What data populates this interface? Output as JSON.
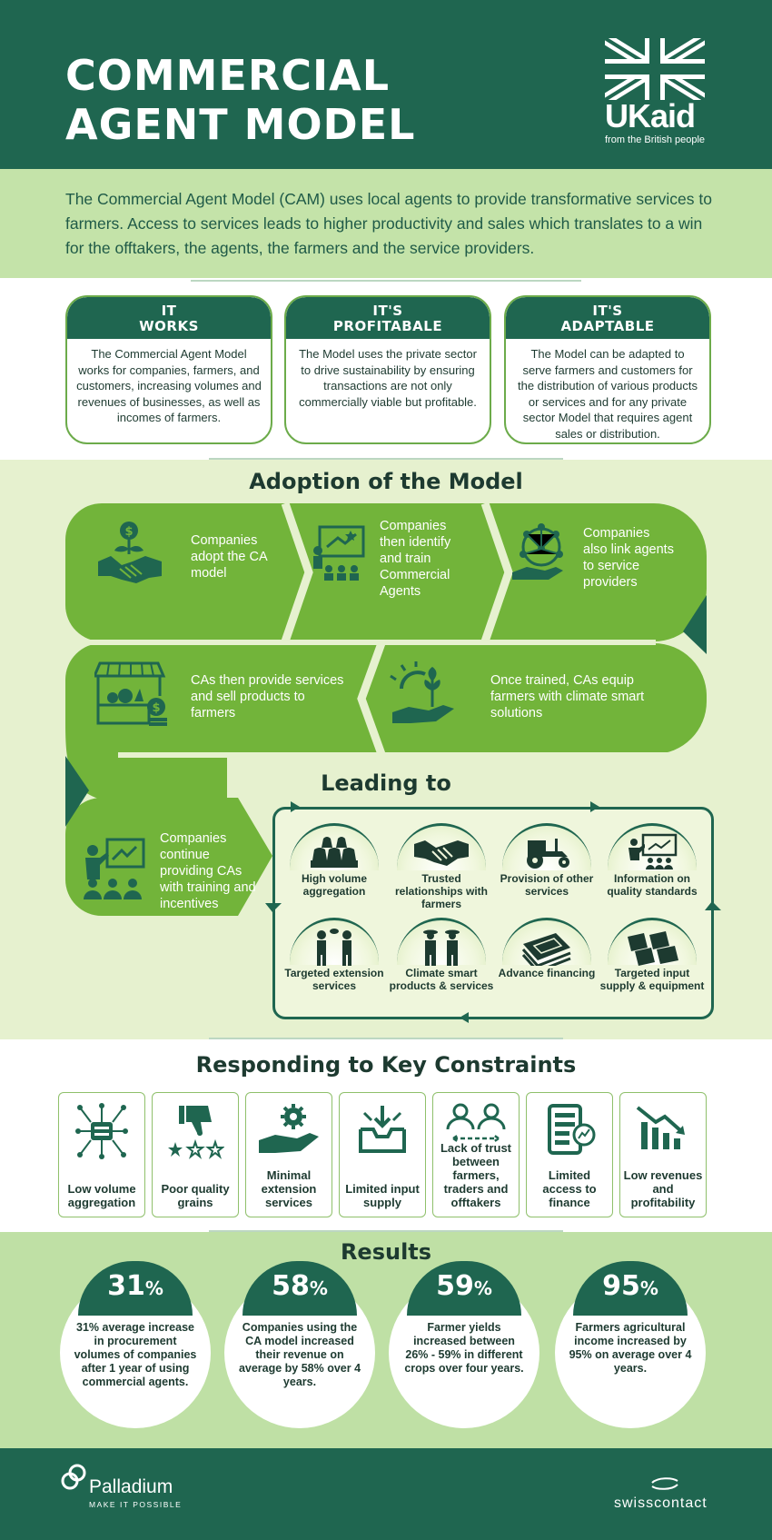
{
  "header": {
    "title_line1": "COMMERCIAL",
    "title_line2": "AGENT MODEL",
    "logo_word": "UKaid",
    "logo_tagline": "from the British people"
  },
  "intro": "The Commercial Agent Model (CAM) uses local agents to provide transformative services to farmers. Access to services leads to higher productivity and sales which translates to a win for the offtakers, the agents, the farmers and the service providers.",
  "pillars": [
    {
      "title1": "IT",
      "title2": "WORKS",
      "body": "The Commercial Agent Model works for companies, farmers, and customers, increasing volumes and revenues of businesses, as well as incomes of farmers."
    },
    {
      "title1": "IT'S",
      "title2": "PROFITABALE",
      "body": "The Model uses the private sector to drive sustainability by ensuring transactions are not only commercially viable but profitable."
    },
    {
      "title1": "IT'S",
      "title2": "ADAPTABLE",
      "body": "The Model can be adapted to serve farmers and customers for the distribution of various products or services and for any private sector Model that requires agent sales or distribution."
    }
  ],
  "adoption": {
    "title": "Adoption of the Model",
    "steps": [
      {
        "text": "Companies adopt the CA model",
        "icon": "handshake-money-plant-icon"
      },
      {
        "text": "Companies then identify and train Commercial Agents",
        "icon": "training-presentation-icon"
      },
      {
        "text": "Companies also link agents to service providers",
        "icon": "network-hand-icon"
      },
      {
        "text": "Once trained, CAs equip farmers with climate smart solutions",
        "icon": "plant-sun-hand-icon"
      },
      {
        "text": "CAs then provide services and sell products to farmers",
        "icon": "market-stall-icon"
      },
      {
        "text": "Companies continue providing CAs with training and incentives",
        "icon": "trainer-audience-icon"
      }
    ]
  },
  "leading": {
    "title": "Leading to",
    "items": [
      {
        "label": "High volume aggregation",
        "icon": "grain-sacks-icon"
      },
      {
        "label": "Trusted relationships with farmers",
        "icon": "handshake-icon"
      },
      {
        "label": "Provision of other services",
        "icon": "tractor-icon"
      },
      {
        "label": "Information on quality standards",
        "icon": "presentation-chart-icon"
      },
      {
        "label": "Targeted extension services",
        "icon": "two-people-talking-icon"
      },
      {
        "label": "Climate smart products & services",
        "icon": "two-farmers-icon"
      },
      {
        "label": "Advance financing",
        "icon": "cash-stack-icon"
      },
      {
        "label": "Targeted input supply & equipment",
        "icon": "seed-bags-icon"
      }
    ]
  },
  "constraints": {
    "title": "Responding to Key Constraints",
    "items": [
      {
        "label": "Low volume aggregation",
        "icon": "network-nodes-icon"
      },
      {
        "label": "Poor quality grains",
        "icon": "thumbs-down-stars-icon"
      },
      {
        "label": "Minimal extension services",
        "icon": "gear-hand-icon"
      },
      {
        "label": "Limited input supply",
        "icon": "inbox-arrows-icon"
      },
      {
        "label": "Lack of trust between farmers, traders and offtakers",
        "icon": "people-arrows-icon"
      },
      {
        "label": "Limited access to finance",
        "icon": "document-chart-icon"
      },
      {
        "label": "Low revenues and profitability",
        "icon": "declining-chart-icon"
      }
    ]
  },
  "results": {
    "title": "Results",
    "items": [
      {
        "value": "31",
        "unit": "%",
        "text": "31% average increase in procurement volumes of companies after 1 year of using commercial agents."
      },
      {
        "value": "58",
        "unit": "%",
        "text": "Companies using the CA model increased their revenue on average by 58% over 4 years."
      },
      {
        "value": "59",
        "unit": "%",
        "text": "Farmer yields increased between 26% - 59% in different crops over four years."
      },
      {
        "value": "95",
        "unit": "%",
        "text": "Farmers agricultural income increased by 95% on average over 4 years."
      }
    ]
  },
  "footer": {
    "palladium_word": "Palladium",
    "palladium_tagline": "MAKE IT POSSIBLE",
    "swisscontact_word": "swisscontact"
  },
  "colors": {
    "dark_green": "#1f6650",
    "band_green": "#72b43a",
    "light_green": "#c4e3a9",
    "pale_green": "#e6f1cf"
  }
}
